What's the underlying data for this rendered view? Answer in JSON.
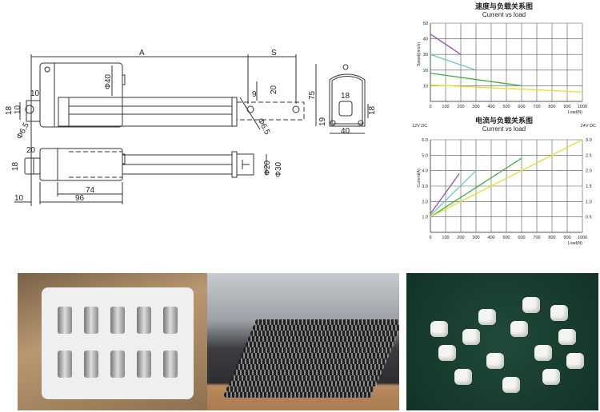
{
  "drawing": {
    "dims": {
      "A": "A",
      "S": "S",
      "d40": "Φ40",
      "d10_top": "10",
      "d18_left": "18",
      "d10_left": "10",
      "d65_left": "Φ6.5",
      "d20_rear": "20",
      "d18_rear": "18",
      "d74": "74",
      "d96": "96",
      "d10_bottom": "10",
      "d9": "9",
      "d20_rod": "20",
      "d65_rod": "Φ6.5",
      "d20_tube": "Φ20",
      "d30_tube": "Φ30",
      "d75": "75",
      "d18_end_w": "18",
      "d18_end_h": "18",
      "d19": "19",
      "d40_end": "40"
    }
  },
  "chart_data": [
    {
      "type": "line",
      "title": "速度与负载关系图",
      "subtitle": "Current vs load",
      "xlabel": "Load(N)",
      "ylabel": "Speed(mm/s)",
      "xlim": [
        0,
        1000
      ],
      "ylim": [
        0,
        50
      ],
      "xticks": [
        "0",
        "100",
        "200",
        "300",
        "400",
        "500",
        "600",
        "700",
        "800",
        "900",
        "1000"
      ],
      "yticks": [
        "10",
        "20",
        "30",
        "40",
        "50"
      ],
      "grid": true,
      "series": [
        {
          "name": "purple",
          "color": "#9b4fb0",
          "x": [
            0,
            200
          ],
          "y": [
            43,
            30
          ]
        },
        {
          "name": "cyan",
          "color": "#6cc9c0",
          "x": [
            0,
            300
          ],
          "y": [
            30,
            20
          ]
        },
        {
          "name": "green",
          "color": "#3fae3f",
          "x": [
            0,
            600
          ],
          "y": [
            18,
            10
          ]
        },
        {
          "name": "yellow",
          "color": "#e8e020",
          "x": [
            0,
            1000
          ],
          "y": [
            10.5,
            6
          ]
        }
      ]
    },
    {
      "type": "line",
      "title": "电流与负载关系图",
      "subtitle": "Current vs load",
      "xlabel": "Load(N)",
      "ylabel": "Current(A)",
      "left_axis_label": "12V DC",
      "right_axis_label": "24V DC",
      "xlim": [
        0,
        1000
      ],
      "ylim": [
        0,
        6
      ],
      "ylim_right": [
        0,
        3
      ],
      "xticks": [
        "0",
        "100",
        "200",
        "300",
        "400",
        "500",
        "600",
        "700",
        "800",
        "900",
        "1000"
      ],
      "yticks": [
        "1.0",
        "2.0",
        "3.0",
        "4.0",
        "5.0",
        "6.0"
      ],
      "yticks_right": [
        "0.5",
        "1.0",
        "1.5",
        "2.0",
        "2.5",
        "3.0"
      ],
      "grid": true,
      "series": [
        {
          "name": "purple",
          "color": "#9b4fb0",
          "x": [
            0,
            190
          ],
          "y": [
            1.2,
            3.8
          ]
        },
        {
          "name": "cyan",
          "color": "#6cc9c0",
          "x": [
            0,
            300
          ],
          "y": [
            1.1,
            4.0
          ]
        },
        {
          "name": "green",
          "color": "#3fae3f",
          "x": [
            0,
            600
          ],
          "y": [
            1.0,
            4.8
          ]
        },
        {
          "name": "yellow",
          "color": "#e8e020",
          "x": [
            0,
            1000
          ],
          "y": [
            1.0,
            6.0
          ]
        }
      ]
    }
  ]
}
